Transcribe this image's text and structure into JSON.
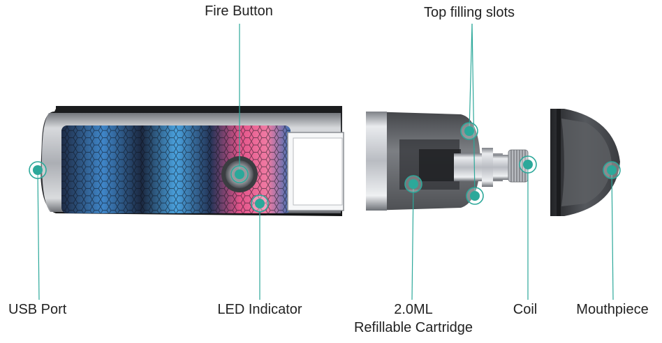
{
  "colors": {
    "accent": "#2ca89a",
    "body_dark": "#2a2b2e",
    "metal": "#c9ccd1",
    "tank": "#5e6166",
    "text": "#222222"
  },
  "labels": {
    "fire_button": "Fire Button",
    "top_filling_slots": "Top filling slots",
    "usb_port": "USB Port",
    "led_indicator": "LED Indicator",
    "cartridge_capacity": "2.0ML",
    "cartridge_name": "Refillable Cartridge",
    "coil": "Coil",
    "mouthpiece": "Mouthpiece"
  }
}
